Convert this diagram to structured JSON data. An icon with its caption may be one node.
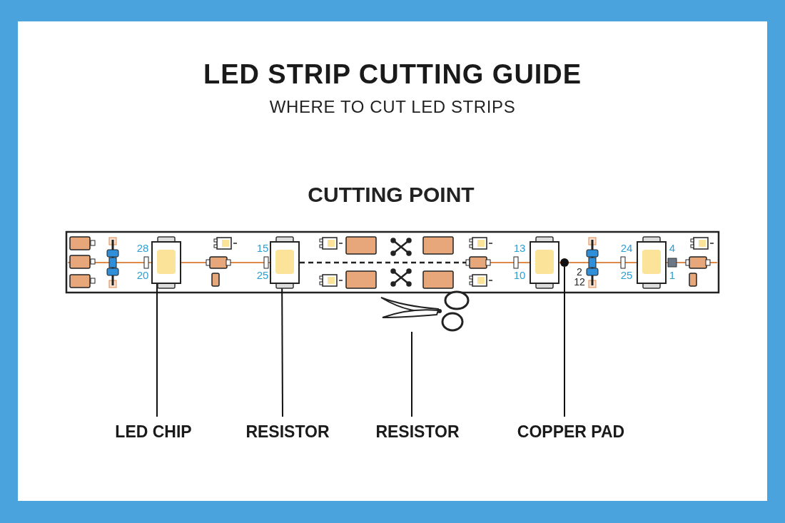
{
  "diagram": {
    "title": "LED STRIP CUTTING GUIDE",
    "nodes": [
      {
        "text": [
          "LED CHIP"
        ]
      },
      {
        "text": [
          "RESISTOR"
        ]
      },
      {
        "text": [
          "RESISTOR"
        ]
      },
      {
        "text": [
          "COPPER PAD"
        ]
      },
      {
        "text": [],
        "shape": "box"
      },
      {
        "text": [],
        "shape": "box"
      },
      {
        "text": [],
        "shape": "picture"
      },
      {
        "text": [],
        "shape": "circle"
      }
    ],
    "edges": [
      {
        "from": 0,
        "to": 4,
        "arrow": "other"
      },
      {
        "from": 1,
        "to": 5,
        "arrow": "other"
      },
      {
        "from": 2,
        "to": 6,
        "arrow": "none"
      },
      {
        "from": 3,
        "to": 7,
        "arrow": "none"
      }
    ],
    "labels": [
      "WHERE TO CUT LED STRIPS",
      "CUTTING POINT",
      "28",
      "20",
      "15",
      "25",
      "13",
      "10",
      "2",
      "12",
      "24",
      "25",
      "4",
      "1"
    ]
  }
}
